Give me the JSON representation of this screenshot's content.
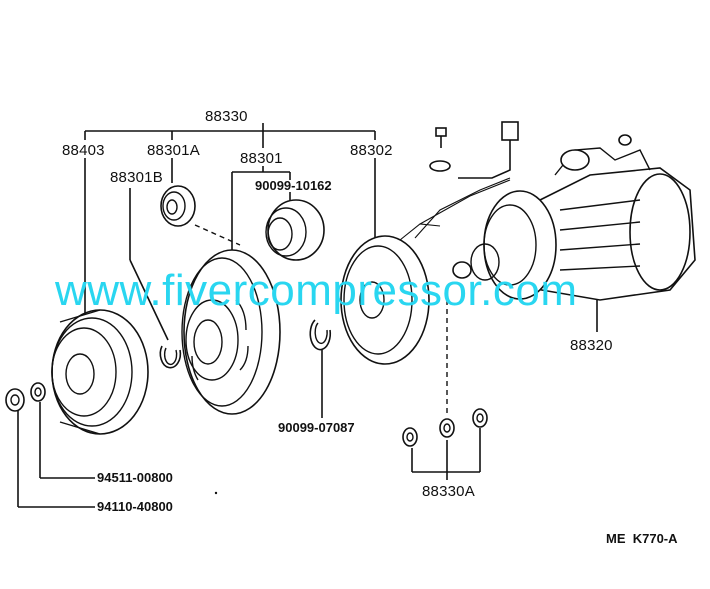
{
  "parts": {
    "assembly": "88330",
    "pulley": "88403",
    "snap_ring_a": "88301A",
    "snap_ring_b": "88301B",
    "rotor": "88301",
    "bearing": "90099-10162",
    "stator": "88302",
    "snap_ring": "90099-07087",
    "compressor": "88320",
    "shims": "88330A",
    "washer": "94511-00800",
    "nut": "94110-40800"
  },
  "watermark": "www.fivercompressor.com",
  "diagram_code": "ME  K770-A"
}
